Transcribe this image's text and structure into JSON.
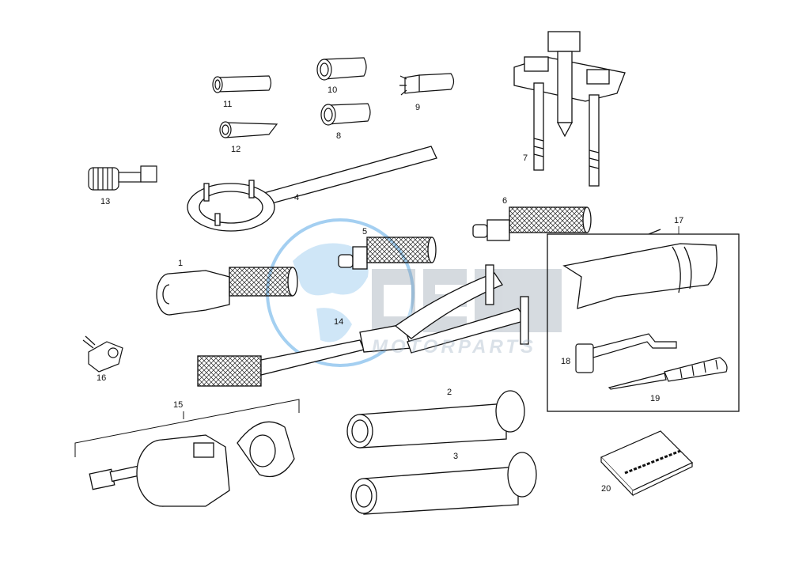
{
  "watermark": {
    "logo_text": "GEM",
    "sub_text": "MOTORPARTS",
    "color": "#5aa9e6"
  },
  "callouts": {
    "c1": "1",
    "c2": "2",
    "c3": "3",
    "c4": "4",
    "c5": "5",
    "c6": "6",
    "c7": "7",
    "c8": "8",
    "c9": "9",
    "c10": "10",
    "c11": "11",
    "c12": "12",
    "c13": "13",
    "c14": "14",
    "c15": "15",
    "c16": "16",
    "c17": "17",
    "c18": "18",
    "c19": "19",
    "c20": "20"
  },
  "colors": {
    "line": "#111111",
    "background": "#ffffff",
    "logo_blue": "#5aa9e6"
  }
}
